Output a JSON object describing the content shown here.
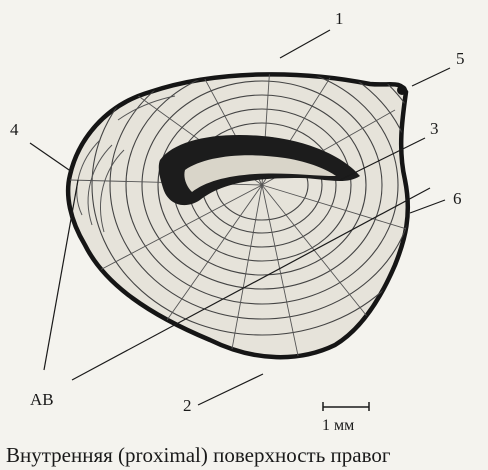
{
  "labels": {
    "l1": "1",
    "l2": "2",
    "l3": "3",
    "l4": "4",
    "l5": "5",
    "l6": "6",
    "ab": "АВ"
  },
  "scale_bar_label": "1 мм",
  "caption": "Внутренняя (proximal) поверхность правог"
}
